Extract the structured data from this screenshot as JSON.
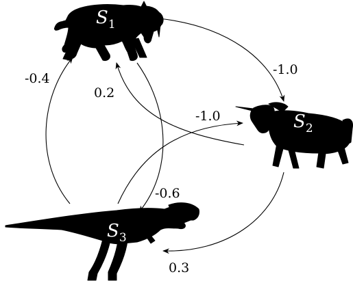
{
  "nodes": [
    {
      "id": "s1",
      "name": "S",
      "sub": "1",
      "animal": "saber-toothed-cat-silhouette"
    },
    {
      "id": "s2",
      "name": "S",
      "sub": "2",
      "animal": "unicorn-silhouette"
    },
    {
      "id": "s3",
      "name": "S",
      "sub": "3",
      "animal": "tyrannosaurus-silhouette"
    }
  ],
  "edges": [
    {
      "from": "s1",
      "to": "s2",
      "weight": "-1.0"
    },
    {
      "from": "s2",
      "to": "s1",
      "weight": "0.2"
    },
    {
      "from": "s3",
      "to": "s1",
      "weight": "-0.4"
    },
    {
      "from": "s3",
      "to": "s2",
      "weight": "-1.0"
    },
    {
      "from": "s1",
      "to": "s3",
      "weight": "-0.6"
    },
    {
      "from": "s2",
      "to": "s3",
      "weight": "0.3"
    }
  ],
  "colors": {
    "ink": "#000000",
    "label": "#ffffff",
    "background": "#ffffff"
  }
}
